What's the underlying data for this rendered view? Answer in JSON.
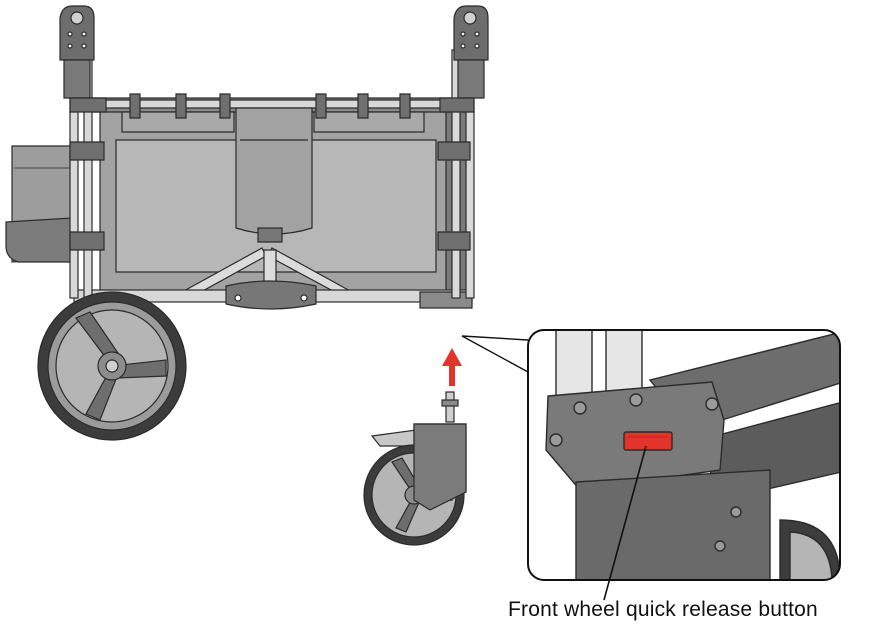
{
  "caption": {
    "label": "Front wheel quick release button"
  },
  "colors": {
    "frame_light": "#d7d7d7",
    "frame_dark": "#6e6e6e",
    "fabric": "#9a9a9a",
    "outline": "#2b2b2b",
    "tire": "#3a3a3a",
    "release_button": "#e2342a",
    "arrow": "#e2342a"
  },
  "icons": [
    "up-arrow-icon",
    "callout-pointer",
    "quick-release-button"
  ]
}
